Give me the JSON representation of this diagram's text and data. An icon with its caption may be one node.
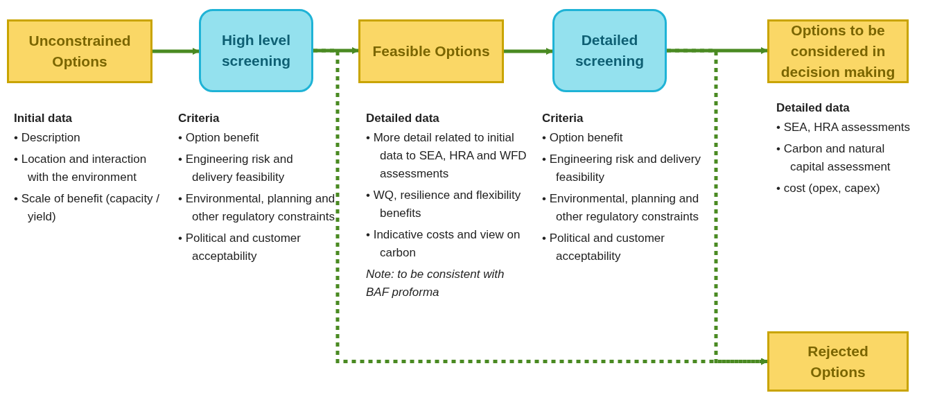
{
  "diagram": {
    "nodes": [
      {
        "text": [
          "Unconstrained Options"
        ],
        "beside": [
          "Initial data",
          "• Description",
          "• Location and interaction with the environment",
          "• Scale of benefit (capacity / yield)"
        ]
      },
      {
        "text": [
          "High level screening"
        ],
        "beside": [
          "Criteria",
          "• Option benefit",
          "• Engineering risk and delivery feasibility",
          "• Environmental, planning and other regulatory constraints",
          "• Political and customer acceptability"
        ]
      },
      {
        "text": [
          "Feasible Options"
        ],
        "beside": [
          "Detailed data",
          "• More detail related to initial data to SEA, HRA and WFD assessments",
          "• WQ, resilience and flexibility benefits",
          "• Indicative costs and view on carbon",
          "Note: to be consistent with BAF proforma"
        ]
      },
      {
        "text": [
          "Detailed screening"
        ],
        "beside": [
          "Criteria",
          "• Option benefit",
          "• Engineering risk and delivery feasibility",
          "• Environmental, planning and other regulatory constraints",
          "• Political and customer acceptability"
        ]
      },
      {
        "text": [
          "Options to be considered in decision making"
        ],
        "beside": [
          "Detailed data",
          "• SEA, HRA assessments",
          "• Carbon and natural capital assessment",
          "• cost (opex, capex)"
        ]
      },
      {
        "text": [
          "Rejected Options"
        ]
      }
    ],
    "edges": [
      {
        "from": 0,
        "to": 1,
        "arrow": "to"
      },
      {
        "from": 1,
        "to": 2,
        "arrow": "to"
      },
      {
        "from": 2,
        "to": 3,
        "arrow": "to"
      },
      {
        "from": 3,
        "to": 4,
        "arrow": "to"
      },
      {
        "from": 1,
        "to": 5,
        "arrow": "to",
        "style": "dashed"
      },
      {
        "from": 3,
        "to": 5,
        "arrow": "to",
        "style": "dashed"
      }
    ]
  }
}
